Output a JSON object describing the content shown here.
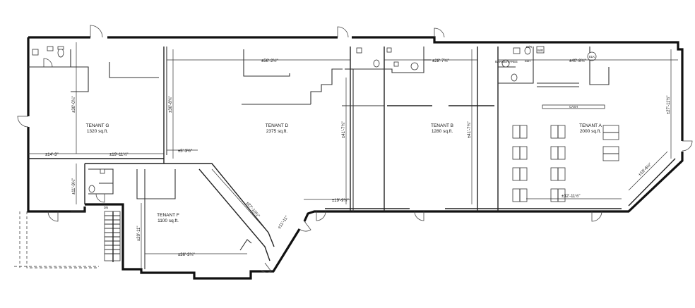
{
  "tenants": [
    {
      "key": "g",
      "name": "TENANT G",
      "area": "1320 sq.ft."
    },
    {
      "key": "d",
      "name": "TENANT D",
      "area": "2375 sq.ft."
    },
    {
      "key": "b",
      "name": "TENANT B",
      "area": "1280 sq.ft."
    },
    {
      "key": "a",
      "name": "TENANT A",
      "area": "2000 sq.ft."
    },
    {
      "key": "f",
      "name": "TENANT F",
      "area": "1100 sq.ft."
    }
  ],
  "dimensions": {
    "g_width": "±14'-3\"",
    "g_depth": "±19'-11¼\"",
    "g_height": "±30'-0¼\"",
    "g_lower": "±11'-9¼\"",
    "d_top": "±56'-2½\"",
    "d_left": "±30'-8¾\"",
    "d_stub": "±5'-3½\"",
    "d_right": "±41'-7¾\"",
    "d_bottom": "±19'-9½\"",
    "d_diag": "±27'-10½\"",
    "d_door": "±11'-11\"",
    "b_top": "±28'-7¾\"",
    "b_right": "±41'-7¾\"",
    "a_top": "±40'-8¾\"",
    "a_right": "±27'-11½\"",
    "a_bottom": "±32'-11½\"",
    "a_diag": "±18'-6½\"",
    "f_height": "±20'-11\"",
    "f_bottom": "±36'-3¼\""
  },
  "labels": {
    "cash": "CASH",
    "barrier_free": "BARRIER FREE",
    "wr_1": "W/R",
    "wr_2": "W/R",
    "seh": "SEH",
    "elk": "ELK",
    "dn": "DN"
  }
}
